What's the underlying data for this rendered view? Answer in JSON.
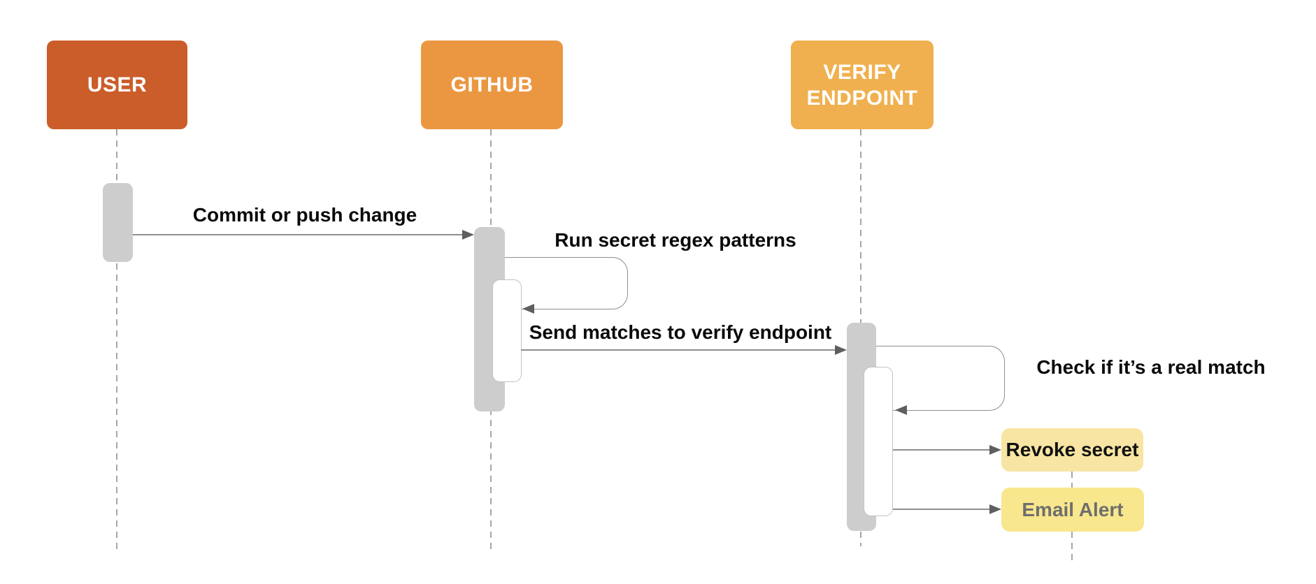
{
  "colors": {
    "actor_user": "#CB5D2A",
    "actor_github": "#EB9742",
    "actor_verify": "#F0B04F",
    "actor_text": "#FFFFFF",
    "note_revoke_fill": "#F8E5A3",
    "note_email_fill": "#F9E78D",
    "note_revoke_text": "#111111",
    "note_email_text": "#6E6E6E",
    "activation_fill": "#CDCDCD",
    "activation_border": "#C2C2C2",
    "line": "#8E8E8E",
    "arrowhead": "#5F5F5F",
    "lifeline": "#A6A6A6",
    "message_text": "#0A0A0A"
  },
  "actors": [
    {
      "label": "USER"
    },
    {
      "label": "GITHUB"
    },
    {
      "label": "VERIFY ENDPOINT"
    }
  ],
  "messages": [
    {
      "type": "message",
      "from": "USER",
      "to": "GITHUB",
      "label": "Commit or push change"
    },
    {
      "type": "self",
      "actor": "GITHUB",
      "label": "Run secret regex patterns"
    },
    {
      "type": "message",
      "from": "GITHUB",
      "to": "VERIFY ENDPOINT",
      "label": "Send matches to verify endpoint"
    },
    {
      "type": "self",
      "actor": "VERIFY ENDPOINT",
      "label": "Check if it’s a real match"
    },
    {
      "type": "message",
      "from": "VERIFY ENDPOINT",
      "to": "Revoke secret",
      "label": ""
    },
    {
      "type": "message",
      "from": "VERIFY ENDPOINT",
      "to": "Email Alert",
      "label": ""
    }
  ],
  "notes": [
    {
      "label": "Revoke secret"
    },
    {
      "label": "Email Alert"
    }
  ]
}
